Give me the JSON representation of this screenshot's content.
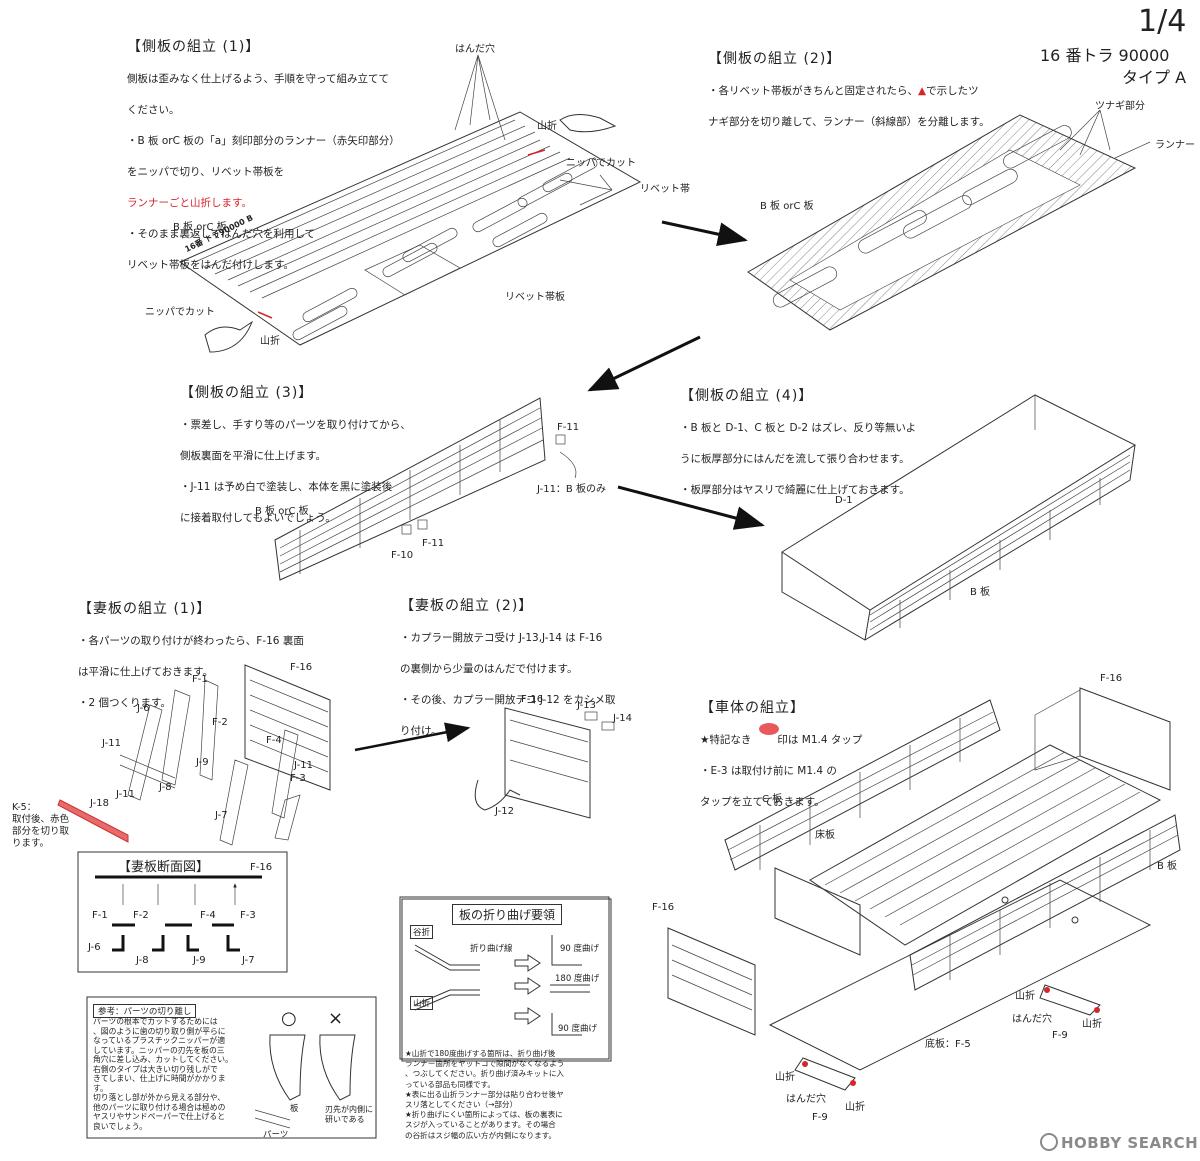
{
  "header": {
    "page": "1/4",
    "model": "16 番トラ 90000",
    "type": "タイプ A"
  },
  "sec1": {
    "title": "【側板の組立 (1)】",
    "l1": "側板は歪みなく仕上げるよう、手順を守って組み立てて",
    "l2": "ください。",
    "l3": "・B 板 orC 板の「a」刻印部分のランナー（赤矢印部分）",
    "l4": "をニッパで切り、リベット帯板を",
    "l5": "ランナーごと山折します。",
    "l6": "・そのまま裏返してはんだ穴を利用して",
    "l7": "リベット帯板をはんだ付けします。",
    "labels": {
      "hole": "はんだ穴",
      "mountain": "山折",
      "nipper": "ニッパでカット",
      "rivet": "リベット帯",
      "board": "B 板 orC 板",
      "rivetplate": "リベット帯板",
      "nipper2": "ニッパでカット",
      "mountain2": "山折",
      "stamp": "16番 トラ90000 B"
    }
  },
  "sec2": {
    "title": "【側板の組立 (2)】",
    "l1a": "・各リベット帯板がきちんと固定されたら、",
    "l1b": "▲",
    "l1c": "で示したツ",
    "l2": "ナギ部分を切り離して、ランナー（斜線部）を分離します。",
    "labels": {
      "tsunagi": "ツナギ部分",
      "runner": "ランナー",
      "board": "B 板 orC 板"
    }
  },
  "sec3": {
    "title": "【側板の組立 (3)】",
    "l1": "・票差し、手すり等のパーツを取り付けてから、",
    "l2": "側板裏面を平滑に仕上げます。",
    "l3": "・J-11 は予め白で塗装し、本体を黒に塗装後",
    "l4": "に接着取付してもよいでしょう。",
    "labels": {
      "f11": "F-11",
      "j11": "J-11：B 板のみ",
      "board": "B 板 orC 板",
      "f10": "F-10",
      "f11b": "F-11"
    }
  },
  "sec4": {
    "title": "【側板の組立 (4)】",
    "l1": "・B 板と D-1、C 板と D-2 はズレ、反り等無いよ",
    "l2": "うに板厚部分にはんだを流して張り合わせます。",
    "l3": "・板厚部分はヤスリで綺麗に仕上げておきます。",
    "labels": {
      "d1": "D-1",
      "b": "B 板"
    }
  },
  "sec5": {
    "title": "【妻板の組立 (1)】",
    "l1": "・各パーツの取り付けが終わったら、F-16 裏面",
    "l2": "は平滑に仕上げておきます。",
    "l3": "・2 個つくります。",
    "labels": {
      "f1": "F-1",
      "f16": "F-16",
      "j6": "J-6",
      "f2": "F-2",
      "j11": "J-11",
      "f4": "F-4",
      "j9": "J-9",
      "j11b": "J-11",
      "f3": "F-3",
      "j8": "J-8",
      "j11c": "J-11",
      "j18": "J-18",
      "j7": "J-7",
      "k5": "K-5：\n取付後、赤色\n部分を切り取\nります。"
    }
  },
  "sec6": {
    "title": "【妻板の組立 (2)】",
    "l1": "・カプラー開放テコ受け J-13,J-14 は F-16",
    "l2": "の裏側から少量のはんだで付けます。",
    "l3": "・その後、カプラー開放テコ J-12 をカシメ取",
    "l4": "り付け。",
    "labels": {
      "f16": "F-16",
      "j13": "J-13",
      "j14": "J-14",
      "j12": "J-12"
    }
  },
  "sec7": {
    "title": "【車体の組立】",
    "l1a": "★特記なき",
    "l1b": "印は M1.4 タップ",
    "l2": "・E-3 は取付け前に M1.4 の",
    "l3": "タップを立てておきます。",
    "labels": {
      "f16": "F-16",
      "c": "C 板",
      "floor": "床板",
      "b": "B 板",
      "f16b": "F-16",
      "mountain": "山折",
      "hole": "はんだ穴",
      "mountain2": "山折",
      "f9": "F-9",
      "bottom": "底板：F-5",
      "mountain3": "山折",
      "hole2": "はんだ穴",
      "mountain4": "山折",
      "f9b": "F-9"
    }
  },
  "section_diagram": {
    "title": "【妻板断面図】",
    "f16": "F-16",
    "f1": "F-1",
    "f2": "F-2",
    "f4": "F-4",
    "f3": "F-3",
    "j6": "J-6",
    "j8": "J-8",
    "j9": "J-9",
    "j7": "J-7"
  },
  "note_cut": {
    "title": "参考：パーツの切り離し",
    "body": "パーツの根本でカットするためには\n、図のように歯の切り取り側が平らに\nなっているプラスチックニッパーが適\nしています。ニッパーの刃先を板の三\n角穴に差し込み、カットしてください。\n右側のタイプは大きい切り残しがで\nきてしまい、仕上げに時間がかかりま\nす。\n切り落とし部が外から見える部分や、\n他のパーツに取り付ける場合は極めの\nヤスリやサンドペーパーで仕上げると\n良いでしょう。",
    "good": "○",
    "bad": "×",
    "plate": "板",
    "parts": "パーツ",
    "blade": "刃先が内側に\n研いである"
  },
  "note_bend": {
    "title": "板の折り曲げ要領",
    "valley": "谷折",
    "bendline": "折り曲げ線",
    "deg90": "90 度曲げ",
    "mountain": "山折",
    "deg180": "180 度曲げ",
    "deg90b": "90 度曲げ",
    "body": "★山折で180度曲げする箇所は、折り曲げ後\nランナー箇所をヤットコで隙間がなくなるよう\n、つぶしてください。折り曲げ済みキットに入\nっている部品も同様です。\n★表に出る山折ランナー部分は貼り合わせ後ヤ\nスリ落としてください（→部分）\n★折り曲げにくい箇所によっては、板の裏表に\nスジが入っていることがあります。その場合\nの谷折はスジ幅の広い方が内側になります。"
  },
  "watermark": "HOBBY SEARCH",
  "colors": {
    "red": "#d4262c",
    "hatch": "#555",
    "ink": "#222"
  }
}
